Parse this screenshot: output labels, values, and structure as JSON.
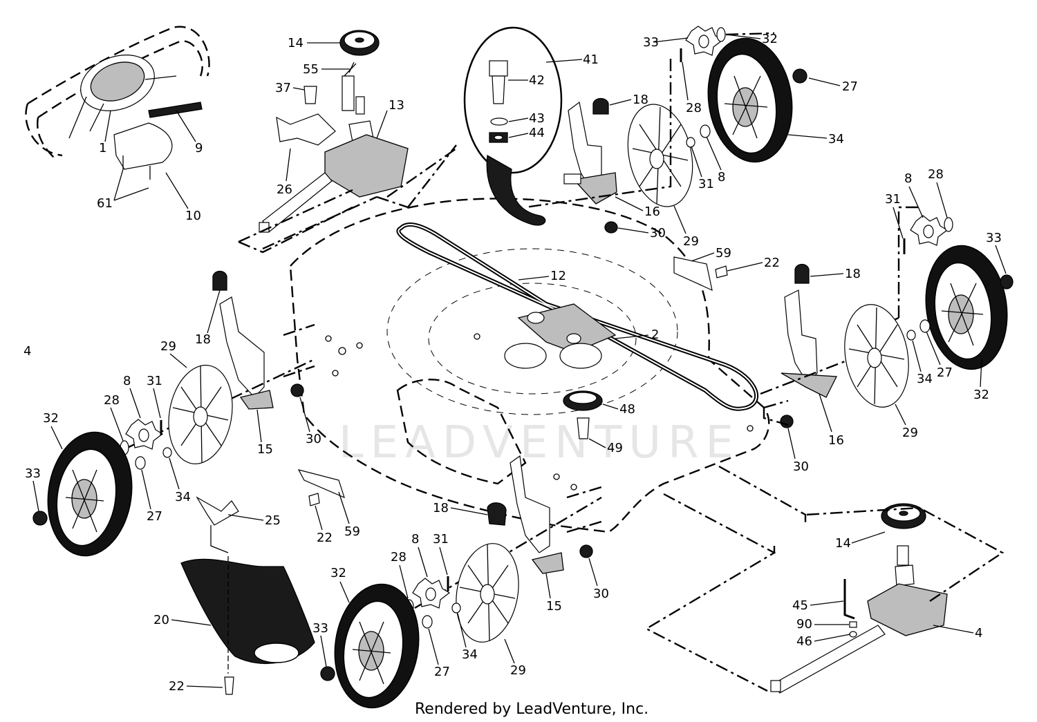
{
  "diagram": {
    "page_number": "4",
    "watermark": "LEADVENTURE",
    "footer": "Rendered by LeadVenture, Inc.",
    "callouts": [
      {
        "id": "c1",
        "label": "1"
      },
      {
        "id": "c9",
        "label": "9"
      },
      {
        "id": "c10",
        "label": "10"
      },
      {
        "id": "c61",
        "label": "61"
      },
      {
        "id": "c14a",
        "label": "14"
      },
      {
        "id": "c55",
        "label": "55"
      },
      {
        "id": "c37",
        "label": "37"
      },
      {
        "id": "c13",
        "label": "13"
      },
      {
        "id": "c26",
        "label": "26"
      },
      {
        "id": "c41",
        "label": "41"
      },
      {
        "id": "c42",
        "label": "42"
      },
      {
        "id": "c43",
        "label": "43"
      },
      {
        "id": "c44",
        "label": "44"
      },
      {
        "id": "c18a",
        "label": "18"
      },
      {
        "id": "c16a",
        "label": "16"
      },
      {
        "id": "c30a",
        "label": "30"
      },
      {
        "id": "c29a",
        "label": "29"
      },
      {
        "id": "c34a",
        "label": "34"
      },
      {
        "id": "c27a",
        "label": "27"
      },
      {
        "id": "c31a",
        "label": "31"
      },
      {
        "id": "c8a",
        "label": "8"
      },
      {
        "id": "c28a",
        "label": "28"
      },
      {
        "id": "c33a",
        "label": "33"
      },
      {
        "id": "c32a",
        "label": "32"
      },
      {
        "id": "c59a",
        "label": "59"
      },
      {
        "id": "c22a",
        "label": "22"
      },
      {
        "id": "c12",
        "label": "12"
      },
      {
        "id": "c2",
        "label": "2"
      },
      {
        "id": "c48",
        "label": "48"
      },
      {
        "id": "c49",
        "label": "49"
      },
      {
        "id": "c18b",
        "label": "18"
      },
      {
        "id": "c8b",
        "label": "8"
      },
      {
        "id": "c28b",
        "label": "28"
      },
      {
        "id": "c31b",
        "label": "31"
      },
      {
        "id": "c33b",
        "label": "33"
      },
      {
        "id": "c34b",
        "label": "34"
      },
      {
        "id": "c27b",
        "label": "27"
      },
      {
        "id": "c32b",
        "label": "32"
      },
      {
        "id": "c29b",
        "label": "29"
      },
      {
        "id": "c16b",
        "label": "16"
      },
      {
        "id": "c30b",
        "label": "30"
      },
      {
        "id": "c18c",
        "label": "18"
      },
      {
        "id": "c29c",
        "label": "29"
      },
      {
        "id": "c8c",
        "label": "8"
      },
      {
        "id": "c31c",
        "label": "31"
      },
      {
        "id": "c28c",
        "label": "28"
      },
      {
        "id": "c32c",
        "label": "32"
      },
      {
        "id": "c33c",
        "label": "33"
      },
      {
        "id": "c27c",
        "label": "27"
      },
      {
        "id": "c34c",
        "label": "34"
      },
      {
        "id": "c15a",
        "label": "15"
      },
      {
        "id": "c30c",
        "label": "30"
      },
      {
        "id": "c25",
        "label": "25"
      },
      {
        "id": "c22b",
        "label": "22"
      },
      {
        "id": "c59b",
        "label": "59"
      },
      {
        "id": "c20",
        "label": "20"
      },
      {
        "id": "c22c",
        "label": "22"
      },
      {
        "id": "c18d",
        "label": "18"
      },
      {
        "id": "c28d",
        "label": "28"
      },
      {
        "id": "c8d",
        "label": "8"
      },
      {
        "id": "c31d",
        "label": "31"
      },
      {
        "id": "c32d",
        "label": "32"
      },
      {
        "id": "c33d",
        "label": "33"
      },
      {
        "id": "c27d",
        "label": "27"
      },
      {
        "id": "c34d",
        "label": "34"
      },
      {
        "id": "c29d",
        "label": "29"
      },
      {
        "id": "c15b",
        "label": "15"
      },
      {
        "id": "c30d",
        "label": "30"
      },
      {
        "id": "c14b",
        "label": "14"
      },
      {
        "id": "c45",
        "label": "45"
      },
      {
        "id": "c90",
        "label": "90"
      },
      {
        "id": "c46",
        "label": "46"
      },
      {
        "id": "c4",
        "label": "4"
      }
    ]
  }
}
